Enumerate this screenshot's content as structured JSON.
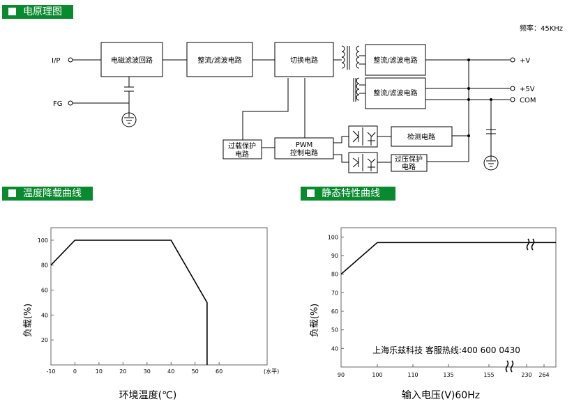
{
  "sections": {
    "schematic": "电原理图",
    "derating": "温度降载曲线",
    "static": "静态特性曲线"
  },
  "schematic": {
    "frequency": "频率：45KHz",
    "ports": {
      "input": "I/P",
      "fg": "FG",
      "v_plus": "+V",
      "v5": "+5V",
      "com": "COM"
    },
    "blocks": {
      "emi": "电磁滤波回路",
      "rect1": "整流/滤波电路",
      "switch": "切换电路",
      "rect2": "整流/滤波电路",
      "rect3": "整流/滤波电路",
      "pwm_line1": "PWM",
      "pwm_line2": "控制电路",
      "olp_line1": "过载保护",
      "olp_line2": "电路",
      "detect": "检测电路",
      "ovp_line1": "过压保护",
      "ovp_line2": "电路"
    }
  },
  "chart_data": [
    {
      "type": "line",
      "title": "温度降载曲线",
      "xlabel": "环境温度(℃)",
      "ylabel": "负载(%)",
      "x_ticks": [
        "-10",
        "0",
        "10",
        "20",
        "30",
        "40",
        "50",
        "60"
      ],
      "x_unit_note": "(水平)",
      "y_ticks": [
        "20",
        "40",
        "60",
        "80",
        "100"
      ],
      "xlim": [
        -10,
        80
      ],
      "ylim": [
        0,
        110
      ],
      "series": [
        {
          "x": [
            -10,
            0,
            40,
            55,
            55
          ],
          "y": [
            80,
            100,
            100,
            50,
            0
          ]
        }
      ]
    },
    {
      "type": "line",
      "title": "静态特性曲线",
      "xlabel": "输入电压(V)60Hz",
      "ylabel": "负载(%)",
      "x_ticks": [
        "90",
        "100",
        "110",
        "135",
        "155",
        "230",
        "264"
      ],
      "y_ticks": [
        "40",
        "50",
        "60",
        "70",
        "80",
        "90",
        "100"
      ],
      "ylim": [
        30,
        105
      ],
      "annotation": "上海乐兹科技 客服热线:400 600 0430",
      "series": [
        {
          "x": [
            90,
            100,
            264
          ],
          "y": [
            80,
            97,
            97
          ]
        }
      ]
    }
  ]
}
